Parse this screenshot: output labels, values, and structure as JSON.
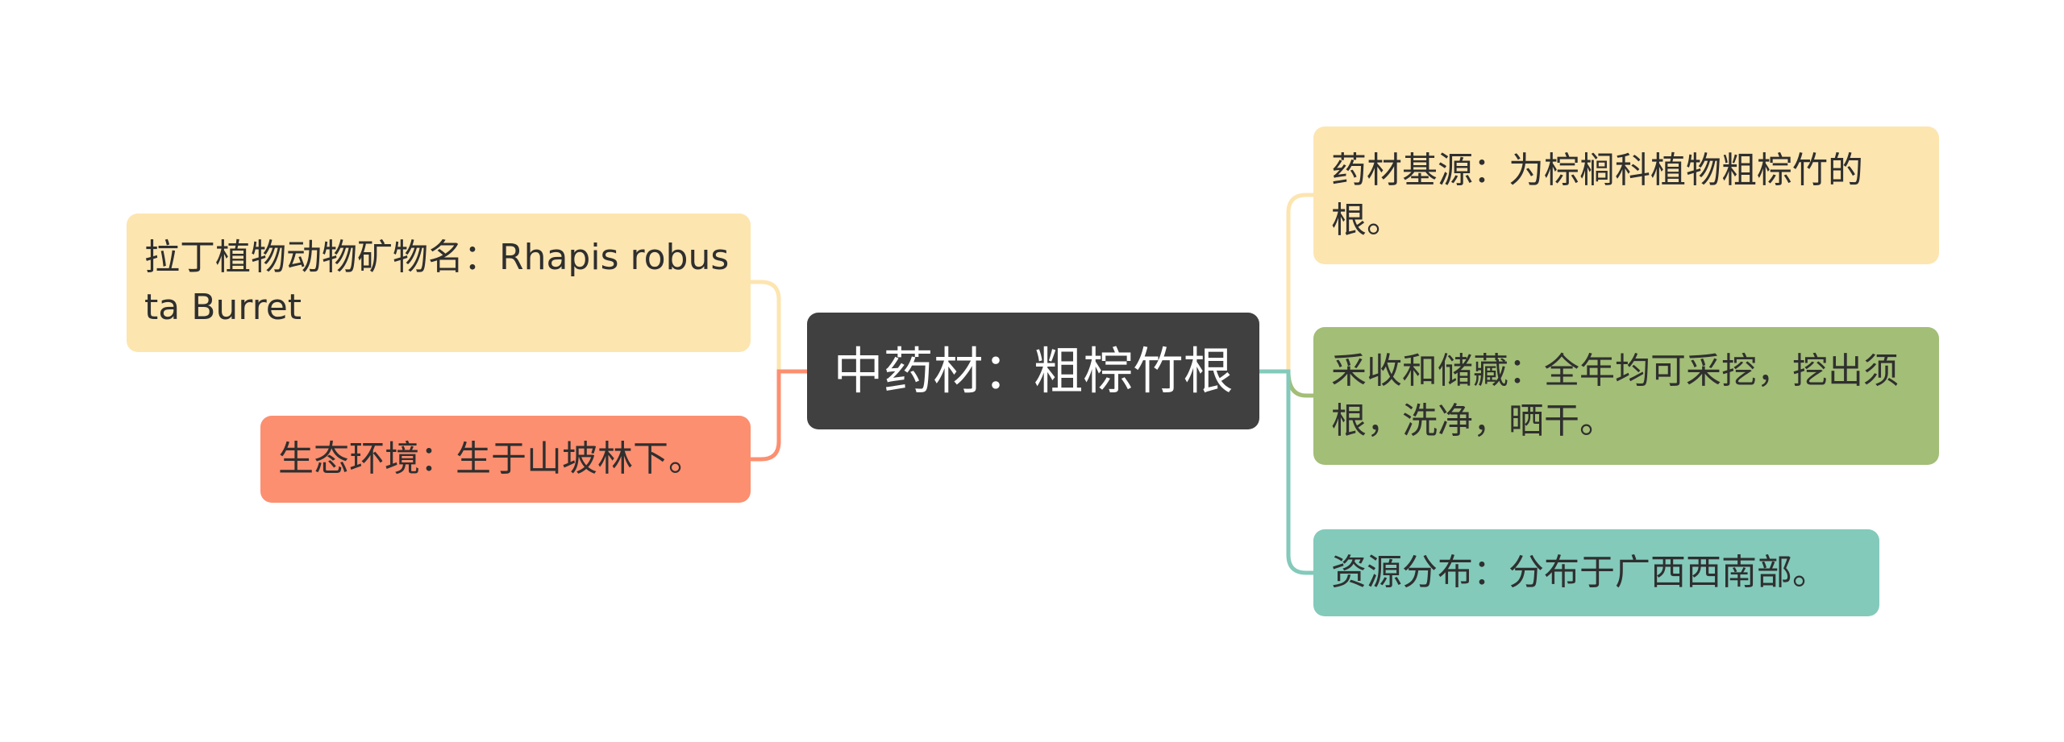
{
  "mindmap": {
    "center": "中药材：粗棕竹根",
    "left": [
      {
        "id": "latin",
        "text": "拉丁植物动物矿物名：Rhapis robusta Burret",
        "color": "#fde5b0"
      },
      {
        "id": "habitat",
        "text": "生态环境：生于山坡林下。",
        "color": "#fc8f70"
      }
    ],
    "right": [
      {
        "id": "source",
        "text": "药材基源：为棕榈科植物粗棕竹的根。",
        "color": "#fde5b0"
      },
      {
        "id": "harvest",
        "text": "采收和储藏：全年均可采挖，挖出须根，洗净，晒干。",
        "color": "#a3be77"
      },
      {
        "id": "distribution",
        "text": "资源分布：分布于广西西南部。",
        "color": "#83cabb"
      }
    ],
    "center_color": "#404040"
  }
}
